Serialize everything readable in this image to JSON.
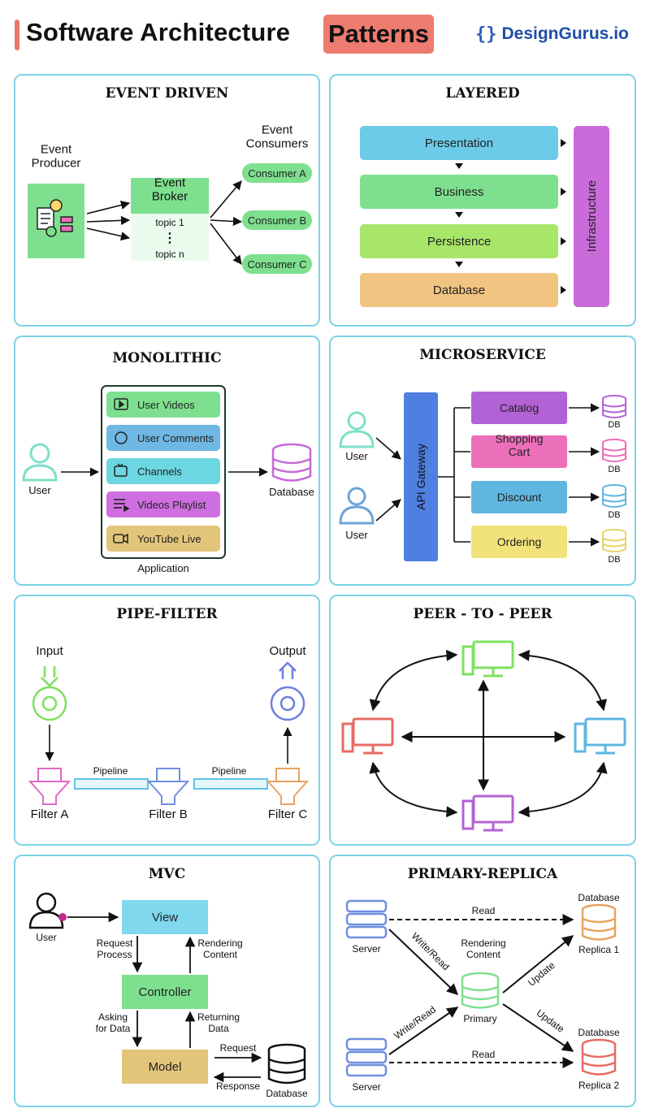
{
  "header": {
    "title": "Software Architecture",
    "title_highlight": "Patterns",
    "brand_logo": "{}",
    "brand_name": "DesignGurus.io"
  },
  "event_driven": {
    "title": "EVENT DRIVEN",
    "producer": "Event\nProducer",
    "broker": "Event\nBroker",
    "topic1": "topic 1",
    "topicn": "topic n",
    "consumers_label": "Event\nConsumers",
    "consumers": [
      "Consumer A",
      "Consumer B",
      "Consumer C"
    ]
  },
  "layered": {
    "title": "LAYERED",
    "layers": [
      "Presentation",
      "Business",
      "Persistence",
      "Database"
    ],
    "side": "Infrastructure"
  },
  "monolithic": {
    "title": "MONOLITHIC",
    "user": "User",
    "modules": [
      "User Videos",
      "User Comments",
      "Channels",
      "Videos Playlist",
      "YouTube Live"
    ],
    "app_label": "Application",
    "database": "Database"
  },
  "microservice": {
    "title": "MICROSERVICE",
    "users": [
      "User",
      "User"
    ],
    "gateway": "API Gateway",
    "services": [
      "Catalog",
      "Shopping\nCart",
      "Discount",
      "Ordering"
    ],
    "db_label": "DB"
  },
  "pipe_filter": {
    "title": "PIPE-FILTER",
    "input": "Input",
    "output": "Output",
    "filters": [
      "Filter A",
      "Filter B",
      "Filter C"
    ],
    "pipeline": "Pipeline"
  },
  "p2p": {
    "title": "PEER - TO - PEER"
  },
  "mvc": {
    "title": "MVC",
    "user": "User",
    "view": "View",
    "controller": "Controller",
    "model": "Model",
    "request_process": "Request\nProcess",
    "rendering_content": "Rendering\nContent",
    "asking_for_data": "Asking\nfor Data",
    "returning_data": "Returning\nData",
    "request": "Request",
    "response": "Response",
    "database": "Database"
  },
  "primary_replica": {
    "title": "PRIMARY-REPLICA",
    "server": "Server",
    "read": "Read",
    "write_read": "Write/Read",
    "rendering_content": "Rendering\nContent",
    "primary": "Primary",
    "update": "Update",
    "database": "Database",
    "replica1": "Replica 1",
    "replica2": "Replica 2"
  },
  "colors": {
    "panel_border": "#7dd3e6",
    "highlight": "#ee7b6f",
    "green": "#7ee08f",
    "blue": "#6ccbe8",
    "lime": "#a8e66a",
    "orange": "#f0c481",
    "purple": "#c96bdb",
    "pink": "#ec6fb9",
    "yellow": "#f2e27a",
    "red": "#e86b63",
    "sky": "#5fb6e0"
  }
}
